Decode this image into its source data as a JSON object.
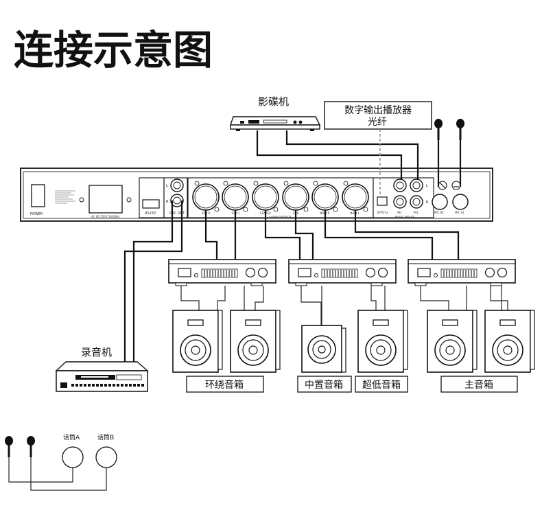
{
  "title": "连接示意图",
  "dvd_player": {
    "label": "影碟机"
  },
  "digital_player": {
    "line1": "数字输出播放器",
    "line2": "光纤"
  },
  "recorder": {
    "label": "录音机"
  },
  "main_unit": {
    "power": "POWER",
    "ac": "AC 85-250V 50/60Hz",
    "rs232": "RS232",
    "rec_out": "REC OUT",
    "audio_outputs": "AUDIO OUTPUTS",
    "music_inputs": "MUSIC INPUTS",
    "optical": "OPTICAL",
    "in2": "IN2",
    "in1": "IN1",
    "mic_b1": "MIC B1",
    "mic_a1": "MIC A1",
    "l": "L",
    "r": "R",
    "outputs": [
      "SUR R",
      "SUR L",
      "CENTER",
      "SUB",
      "MAIN R",
      "MAIN L"
    ]
  },
  "speaker_groups": {
    "surround": "环绕音箱",
    "center": "中置音箱",
    "subwoofer": "超低音箱",
    "main": "主音箱"
  },
  "mics": {
    "a": "话筒A",
    "b": "话筒B"
  }
}
